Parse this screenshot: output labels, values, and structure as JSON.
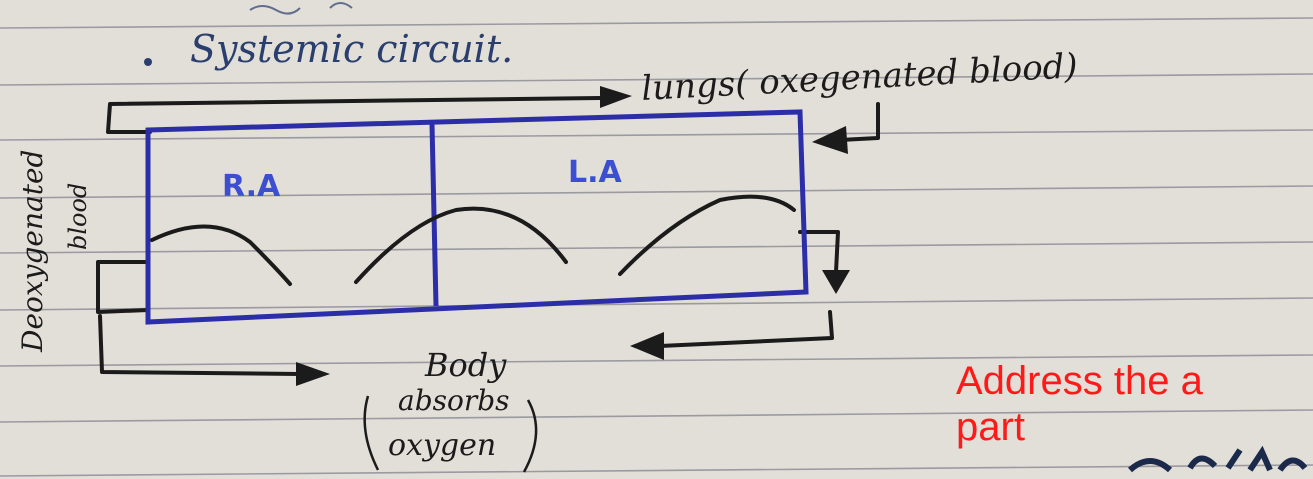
{
  "page": {
    "heading": "Systemic circuit.",
    "lungs_label": "lungs( oxegenated blood)",
    "side_label_line1": "Deoxygenated",
    "side_label_line2": "blood",
    "chamber_right_atrium": "R.A",
    "chamber_left_atrium": "L.A",
    "body_label": "Body",
    "body_note_line1": "absorbs",
    "body_note_line2": "oxygen"
  },
  "overlay": {
    "line1": "Address the a",
    "line2": "part"
  },
  "colors": {
    "paper": "#e6e2dc",
    "rule_line": "#8f8f98",
    "diagram_blue": "#2c2ea8",
    "ink_black": "#1b1b1b",
    "chamber_label_blue": "#3b4fd0",
    "overlay_red": "#ff1a1a"
  }
}
